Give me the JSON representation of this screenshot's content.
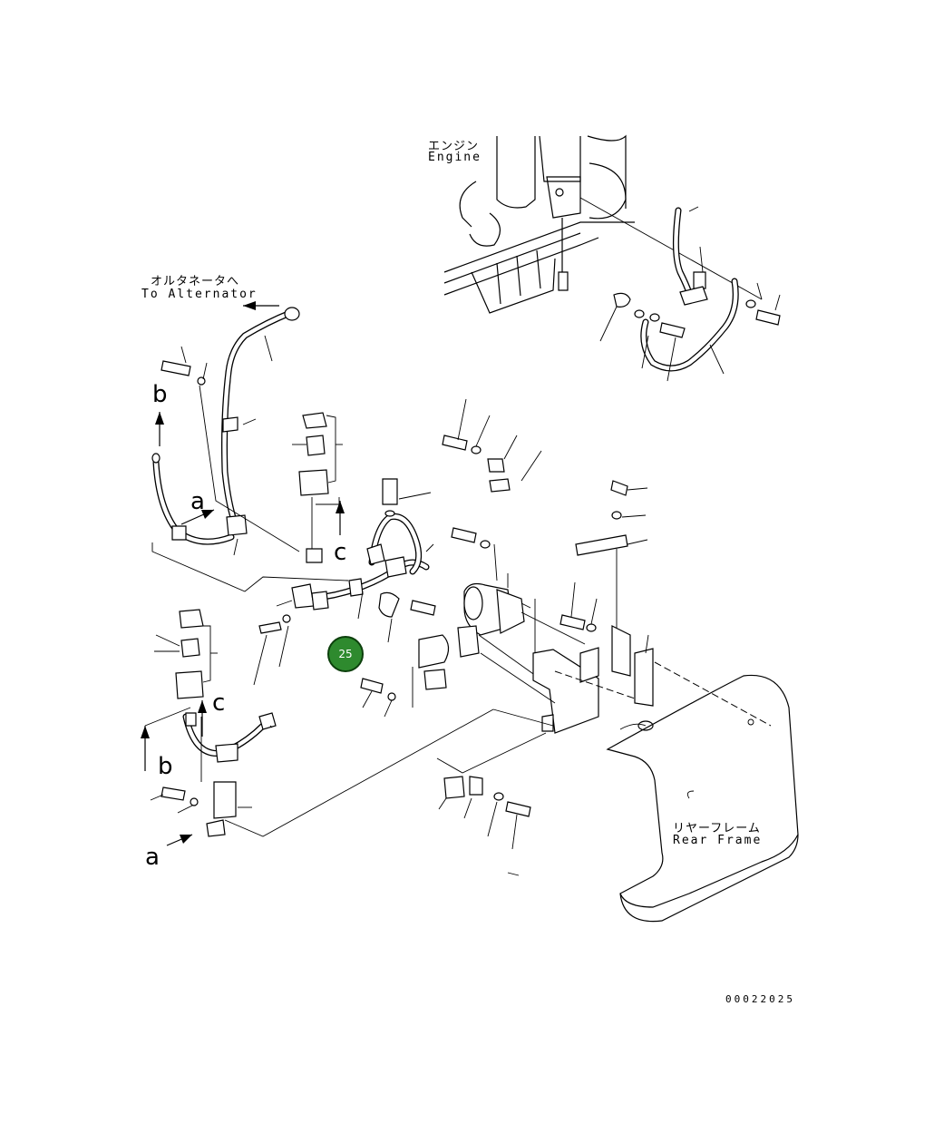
{
  "labels": {
    "engine_jp": "エンジン",
    "engine_en": "Engine",
    "alternator_jp": "オルタネータへ",
    "alternator_en": "To Alternator",
    "rear_frame_jp": "リヤーフレーム",
    "rear_frame_en": "Rear Frame"
  },
  "view_markers": {
    "a_top": "a",
    "a_bottom": "a",
    "b_top": "b",
    "b_bottom": "b",
    "c_top": "c",
    "c_bottom": "c"
  },
  "callout": {
    "number": "25",
    "color": "#2e8a2e"
  },
  "drawing_number": "00022025"
}
